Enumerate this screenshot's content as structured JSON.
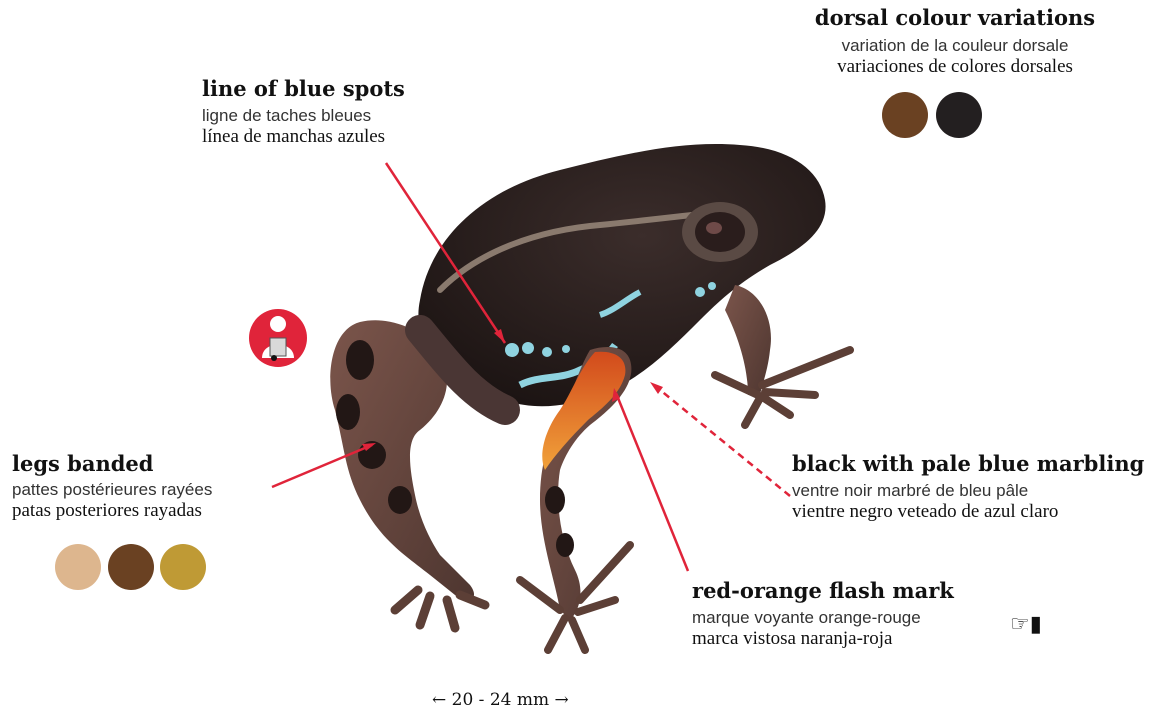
{
  "labels": {
    "dorsal": {
      "en": "dorsal colour variations",
      "fr": "variation de la couleur dorsale",
      "es": "variaciones de colores dorsales"
    },
    "blue_spots": {
      "en": "line of blue spots",
      "fr": "ligne de taches bleues",
      "es": "línea de manchas azules"
    },
    "legs": {
      "en": "legs banded",
      "fr": "pattes postérieures rayées",
      "es": "patas posteriores rayadas"
    },
    "belly": {
      "en": "black with pale blue marbling",
      "fr": "ventre noir marbré de bleu pâle",
      "es": "vientre negro veteado de azul claro"
    },
    "flash": {
      "en": "red-orange flash mark",
      "fr": "marque voyante orange-rouge",
      "es": "marca vistosa naranja-roja"
    }
  },
  "swatches": {
    "dorsal": [
      "#6a4122",
      "#231f20"
    ],
    "legs": [
      "#ddb68e",
      "#6a4122",
      "#bf9a35"
    ]
  },
  "measure": "← 20 - 24 mm →",
  "colors": {
    "pointer": "#e0243a",
    "frog_body": "#2a1f1e",
    "frog_leg": "#6e4a40",
    "blue_spot": "#8fd3e0",
    "flash": "#e46a22"
  },
  "icons": {
    "reader": "reader-icon",
    "hand": "pointing-hand-icon"
  }
}
